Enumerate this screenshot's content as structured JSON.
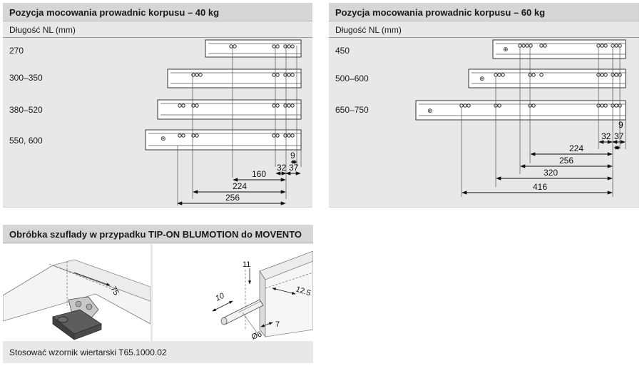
{
  "panel40": {
    "title": "Pozycja mocowania prowadnic korpusu – 40 kg",
    "column_header": "Długość NL (mm)",
    "rows": [
      "270",
      "300–350",
      "380–520",
      "550, 600"
    ],
    "dimensions": [
      "9",
      "32",
      "37",
      "160",
      "224",
      "256"
    ]
  },
  "panel60": {
    "title": "Pozycja mocowania prowadnic korpusu – 60 kg",
    "column_header": "Długość NL (mm)",
    "rows": [
      "450",
      "500–600",
      "650–750"
    ],
    "dimensions": [
      "32",
      "37",
      "9",
      "224",
      "256",
      "320",
      "416"
    ]
  },
  "tip_on": {
    "title": "Obróbka szuflady w przypadku TIP-ON BLUMOTION do MOVENTO",
    "left_dims": [
      "75"
    ],
    "right_dims": [
      "11",
      "10",
      "12.5",
      "7",
      "Ø6"
    ],
    "footer": "Stosować wzornik wiertarski T65.1000.02"
  }
}
